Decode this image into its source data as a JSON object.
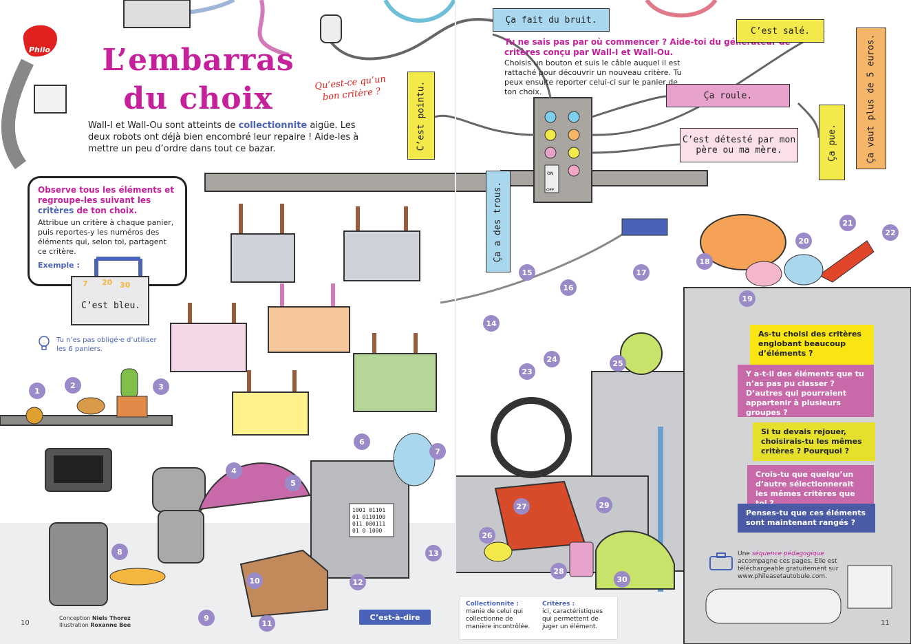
{
  "left_page": {
    "badge_label": "Philo",
    "title_line1": "L’embarras",
    "title_line2": "du choix",
    "question_bubble": "Qu’est-ce qu’un bon critère ?",
    "intro_part1": "Wall-I et Wall-Ou sont atteints de ",
    "intro_highlight": "collectionnite",
    "intro_part2": " aigüe. Les deux robots ont déjà bien encombré leur repaire ! Aide-les à mettre un peu d’ordre dans tout ce bazar.",
    "observe_heading_a": "Observe tous les éléments et regroupe-les suivant les ",
    "observe_heading_critere": "critères",
    "observe_heading_b": " de ton choix.",
    "observe_body": "Attribue un critère à chaque panier, puis reportes-y les numéros des éléments qui, selon toi, partagent ce critère.",
    "exemple_label": "Exemple :",
    "example_numbers": [
      "7",
      "20",
      "30"
    ],
    "example_basket_label": "C’est bleu.",
    "hint": "Tu n’es pas obligé·e d’utiliser les 6 paniers.",
    "page_number": "10",
    "credit_conception_label": "Conception ",
    "credit_conception_name": "Niels Thorez",
    "credit_illustration_label": "Illustration ",
    "credit_illustration_name": "Roxanne Bee",
    "cest_adire": "C’est-à-dire",
    "glossary_collectionnite_term": "Collectionnite :",
    "glossary_collectionnite_def": "manie de celui qui collectionne de manière incontrôlée.",
    "glossary_criteres_term": "Critères :",
    "glossary_criteres_def": "ici, caractéristiques qui permettent de juger un élément."
  },
  "right_page": {
    "info_title": "Tu ne sais pas par où commencer ? Aide-toi du générateur de critères conçu par Wall-I et Wall-Ou.",
    "info_body": "Choisis un bouton et suis le câble auquel il est rattaché pour découvrir un nouveau critère. Tu peux ensuite reporter celui-ci sur le panier de ton choix.",
    "criteria_labels": {
      "bruit": "Ça fait du bruit.",
      "sale": "C’est salé.",
      "pointu": "C’est pointu.",
      "roule": "Ça roule.",
      "deteste": "C’est détesté par mon père ou ma mère.",
      "pue": "Ça pue.",
      "cinq_euros": "Ça vaut plus de 5 euros.",
      "trous": "Ça a des trous."
    },
    "generator_switch_on": "ON",
    "generator_switch_off": "OFF",
    "questions": [
      "As-tu choisi des critères englobant beaucoup d’éléments ?",
      "Y a-t-il des éléments que tu n’as pas pu classer ? D’autres qui pourraient appartenir à plusieurs groupes ?",
      "Si tu devais rejouer, choisirais-tu les mêmes critères ? Pourquoi ?",
      "Crois-tu que quelqu’un d’autre sélectionnerait les mêmes critères que toi ?",
      "Penses-tu que ces éléments sont maintenant rangés ?"
    ],
    "sequence_a": "Une ",
    "sequence_link": "séquence pédagogique",
    "sequence_b": " accompagne ces pages. Elle est téléchargeable gratuitement sur www.phileasetautobule.com.",
    "page_number": "11"
  },
  "items": [
    "1",
    "2",
    "3",
    "4",
    "5",
    "6",
    "7",
    "8",
    "9",
    "10",
    "11",
    "12",
    "13",
    "14",
    "15",
    "16",
    "17",
    "18",
    "19",
    "20",
    "21",
    "22",
    "23",
    "24",
    "25",
    "26",
    "27",
    "28",
    "29",
    "30"
  ],
  "binary_screen": [
    "1001 01101",
    "01 0110100",
    "011 000111",
    "01 0 1000"
  ],
  "colors": {
    "magenta": "#c4219a",
    "blue": "#4a62b8",
    "yellow": "#f8e512",
    "pink": "#c86aa9",
    "navy": "#4a5aa5",
    "badge_purple": "#9b8ac8"
  }
}
